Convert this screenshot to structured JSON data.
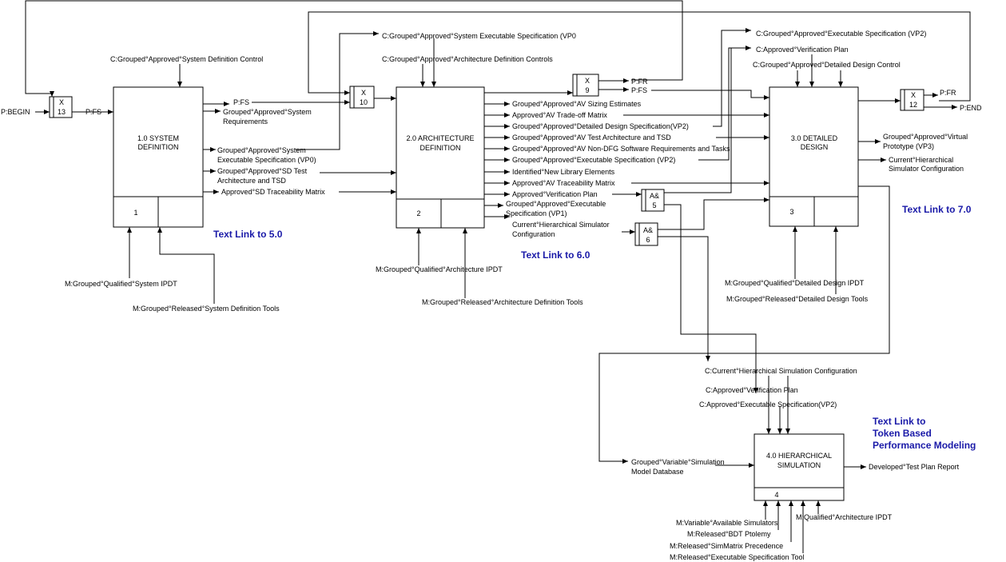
{
  "boxes": {
    "b1": {
      "title1": "1.0 SYSTEM",
      "title2": "DEFINITION",
      "num": "1"
    },
    "b2": {
      "title1": "2.0 ARCHITECTURE",
      "title2": "DEFINITION",
      "num": "2"
    },
    "b3": {
      "title1": "3.0 DETAILED",
      "title2": "DESIGN",
      "num": "3"
    },
    "b4": {
      "title1": "4.0 HIERARCHICAL",
      "title2": "SIMULATION",
      "num": "4"
    }
  },
  "junctions": {
    "x13": {
      "op": "X",
      "num": "13"
    },
    "x10": {
      "op": "X",
      "num": "10"
    },
    "x9": {
      "op": "X",
      "num": "9"
    },
    "x12": {
      "op": "X",
      "num": "12"
    },
    "a5": {
      "op": "A&",
      "num": "5"
    },
    "a6": {
      "op": "A&",
      "num": "6"
    }
  },
  "links": {
    "l5": "Text Link to 5.0",
    "l6": "Text Link to 6.0",
    "l7": "Text Link to 7.0",
    "ltok1": "Text Link to",
    "ltok2": "Token Based",
    "ltok3": "Performance Modeling"
  },
  "labels": {
    "begin": "P:BEGIN",
    "fs13": "P:FS",
    "c_sdc": "C:Grouped°Approved°System Definition Control",
    "fs1": "P:FS",
    "gasr1": "Grouped°Approved°System",
    "gasr2": "Requirements",
    "gase1": "Grouped°Approved°System",
    "gase2": "Executable Specification (VP0)",
    "gasd1": "Grouped°Approved°SD Test",
    "gasd2": "Architecture and TSD",
    "asdtm": "Approved°SD Traceability Matrix",
    "m_sipdt": "M:Grouped°Qualified°System IPDT",
    "m_sdt": "M:Grouped°Released°System Definition Tools",
    "c_sesvp0": "C:Grouped°Approved°System Executable Specification (VP0",
    "c_adc": "C:Grouped°Approved°Architecture Definition Controls",
    "o2_1": "Grouped°Approved°AV Sizing Estimates",
    "o2_2": "Approved°AV Trade-off Matrix",
    "o2_3": "Grouped°Approved°Detailed Design Specification(VP2)",
    "o2_4": "Grouped°Approved°AV Test Architecture and TSD",
    "o2_5": "Grouped°Approved°AV Non-DFG Software Requirements and Tasks",
    "o2_6": "Grouped°Approved°Executable Specification (VP2)",
    "o2_7": "Identified°New Library Elements",
    "o2_8": "Approved°AV Traceability Matrix",
    "o2_9": "Approved°Verification Plan",
    "o2_10a": "Grouped°Approved°Executable",
    "o2_10b": "Specification (VP1)",
    "o2_11a": "Current°Hierarchical Simulator",
    "o2_11b": "Configuration",
    "m_aipdt": "M:Grouped°Qualified°Architecture IPDT",
    "m_adt": "M:Grouped°Released°Architecture Definition Tools",
    "fr9": "P:FR",
    "fs9": "P:FS",
    "c_esvp2": "C:Grouped°Approved°Executable Specification (VP2)",
    "c_avp": "C:Approved°Verification Plan",
    "c_ddc": "C:Grouped°Approved°Detailed Design Control",
    "fr12": "P:FR",
    "end": "P:END",
    "o3_1a": "Grouped°Approved°Virtual",
    "o3_1b": "Prototype (VP3)",
    "o3_2a": "Current°Hierarchical",
    "o3_2b": "Simulator  Configuration",
    "m_ddipdt": "M:Grouped°Qualified°Detailed  Design IPDT",
    "m_ddt": "M:Grouped°Released°Detailed Design Tools",
    "c_chsc": "C:Current°Hierarchical Simulation Configuration",
    "c_avp4": "C:Approved°Verification Plan",
    "c_aes4": "C:Approved°Executable Specification(VP2)",
    "i4_1": "Grouped°Variable°Simulation",
    "i4_2": "Model Database",
    "o4": "Developed°Test Plan Report",
    "m4_1": "M:Variable°Available Simulators",
    "m4_2": "M:Released°BDT Ptolemy",
    "m4_3": "M:Released°SimMatrix Precedence",
    "m4_4": "M:Released°Executable Specification Tool",
    "m4_5": "M:Qualified°Architecture IPDT"
  }
}
